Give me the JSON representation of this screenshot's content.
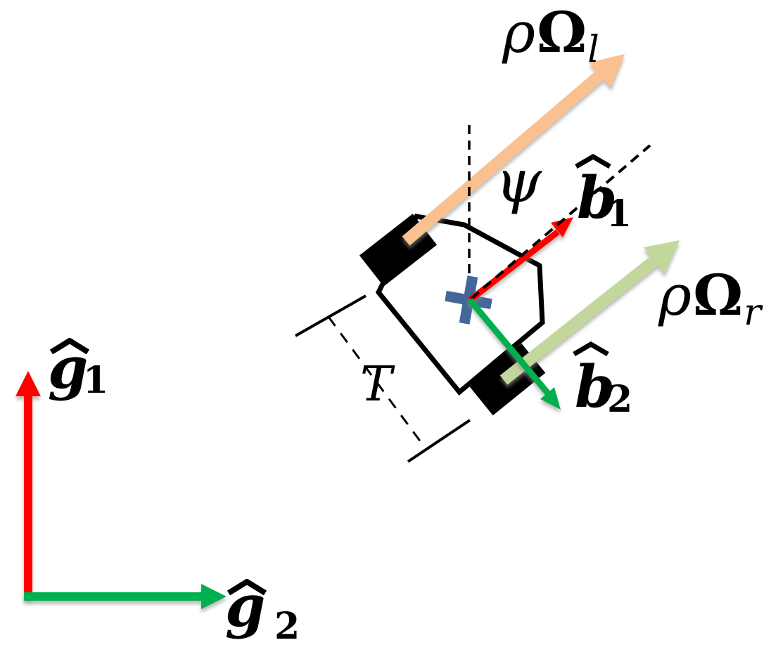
{
  "figure": {
    "description": "Differential-drive robot kinematics diagram"
  },
  "colors": {
    "red": "#FF0000",
    "green": "#00B050",
    "orange": "#FAC090",
    "light_green": "#C3D69B",
    "blue": "#44679B",
    "black": "#000000"
  },
  "labels": {
    "global_frame_1": {
      "base": "g",
      "sub": "1"
    },
    "global_frame_2": {
      "base": "g",
      "sub": "2"
    },
    "body_frame_1": {
      "base": "b",
      "sub": "1"
    },
    "body_frame_2": {
      "base": "b",
      "sub": "2"
    },
    "left_wheel_speed": {
      "rho": "ρ",
      "omega": "Ω",
      "sub": "l"
    },
    "right_wheel_speed": {
      "rho": "ρ",
      "omega": "Ω",
      "sub": "r"
    },
    "heading_angle": "ψ",
    "track_width": "T"
  }
}
